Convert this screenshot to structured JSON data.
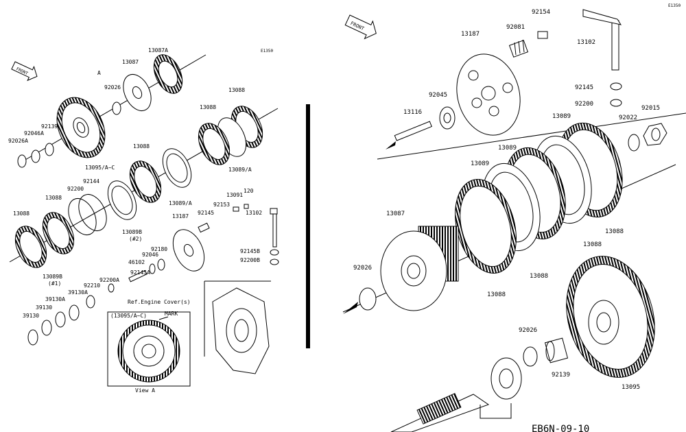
{
  "left_panel": {
    "code": "E1350",
    "front_label": "FRONT",
    "callouts": {
      "13087A": "13087A",
      "13087": "13087",
      "A": "A",
      "92026": "92026",
      "13088a": "13088",
      "13088b": "13088",
      "13088c": "13088",
      "13088d": "13088",
      "13088e": "13088",
      "13089A_a": "13089/A",
      "13089A_b": "13089/A",
      "92139": "92139",
      "92046A": "92046A",
      "92026A": "92026A",
      "13095": "13095/A~C",
      "92144": "92144",
      "92200": "92200",
      "13089B_2": "13089B",
      "note_2": "(#2)",
      "13089B_1": "13089B",
      "note_1": "(#1)",
      "13091": "13091",
      "120": "120",
      "92153": "92153",
      "92145": "92145",
      "13102": "13102",
      "13187": "13187",
      "92145B": "92145B",
      "92200B": "92200B",
      "92180": "92180",
      "92046": "92046",
      "46102": "46102",
      "92145A": "92145A",
      "92200A": "92200A",
      "92210": "92210",
      "39130A_a": "39130A",
      "39130A_b": "39130A",
      "39130_a": "39130",
      "39130_b": "39130",
      "ref_cover": "Ref.Engine Cover(s)",
      "inset_title": "(13095/A~C)",
      "mark": "MARK",
      "view_a": "View A"
    }
  },
  "right_panel": {
    "code": "E1350",
    "front_label": "FRONT",
    "footer": "EB6N-09-10",
    "callouts": {
      "92154": "92154",
      "13187": "13187",
      "92081": "92081",
      "13102": "13102",
      "92145": "92145",
      "92200": "92200",
      "92045": "92045",
      "13116": "13116",
      "92022": "92022",
      "92015": "92015",
      "13089a": "13089",
      "13089b": "13089",
      "13089c": "13089",
      "13087": "13087",
      "92026a": "92026",
      "13088a": "13088",
      "13088b": "13088",
      "13088c": "13088",
      "13088d": "13088",
      "92026b": "92026",
      "92139": "92139",
      "13095": "13095"
    }
  }
}
